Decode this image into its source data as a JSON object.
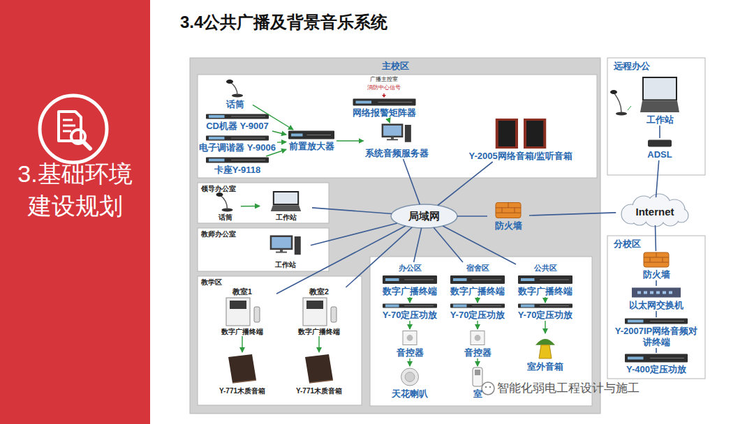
{
  "diagram": {
    "title": "3.4公共广播及背景音乐系统",
    "nodes": [
      {
        "text": [
          "3.基础环境 建设规划"
        ]
      },
      {
        "text": [
          "主校区"
        ]
      },
      {
        "text": [
          "话筒"
        ],
        "in": 1
      },
      {
        "text": [
          "CD机器 Y-9007"
        ],
        "in": 1
      },
      {
        "text": [
          "电子调谐器 Y-9006"
        ],
        "in": 1
      },
      {
        "text": [
          "卡座Y-9118"
        ],
        "in": 1
      },
      {
        "text": [
          "前置放大器"
        ],
        "in": 1
      },
      {
        "text": [
          "网络报警矩阵器"
        ],
        "in": 1
      },
      {
        "text": [
          "系统音频服务器"
        ],
        "in": 1
      },
      {
        "text": [
          "Y-2005网络音箱/监听音箱"
        ],
        "in": 1
      },
      {
        "text": [
          "局域网"
        ],
        "in": 1
      },
      {
        "text": [
          "领导办公室"
        ],
        "in": 1
      },
      {
        "text": [
          "话筒"
        ],
        "in": 11
      },
      {
        "text": [
          "工作站"
        ],
        "in": 11
      },
      {
        "text": [
          "教师办公室"
        ],
        "in": 1
      },
      {
        "text": [
          "工作站"
        ],
        "in": 14
      },
      {
        "text": [
          "教学区"
        ],
        "in": 1
      },
      {
        "text": [
          "教室1",
          "数字广播终端"
        ],
        "in": 16
      },
      {
        "text": [
          "Y-771木质音箱"
        ],
        "in": 16
      },
      {
        "text": [
          "教室2",
          "数字广播终端"
        ],
        "in": 16
      },
      {
        "text": [
          "Y-771木质音箱"
        ],
        "in": 16
      },
      {
        "text": [
          "办公区",
          "数字广播终端"
        ],
        "in": 1
      },
      {
        "text": [
          "宿舍区",
          "数字广播终端"
        ],
        "in": 1
      },
      {
        "text": [
          "公共区",
          "数字广播终端"
        ],
        "in": 1
      },
      {
        "text": [
          "Y-70定压功放"
        ],
        "in": 1
      },
      {
        "text": [
          "Y-70定压功放"
        ],
        "in": 1
      },
      {
        "text": [
          "Y-70定压功放"
        ],
        "in": 1
      },
      {
        "text": [
          "音控器"
        ],
        "in": 1
      },
      {
        "text": [
          "音控器"
        ],
        "in": 1
      },
      {
        "text": [
          "天花喇叭"
        ],
        "in": 1
      },
      {
        "text": [
          "室"
        ],
        "in": 1
      },
      {
        "text": [
          "室外音箱"
        ],
        "in": 1
      },
      {
        "text": [
          "防火墙"
        ],
        "in": 1
      },
      {
        "text": [
          "远程办公"
        ]
      },
      {
        "text": [
          "工作站"
        ],
        "in": 33
      },
      {
        "text": [
          "ADSL"
        ],
        "in": 33
      },
      {
        "text": [
          "Internet"
        ]
      },
      {
        "text": [
          "分校区"
        ]
      },
      {
        "text": [
          "防火墙"
        ],
        "in": 37
      },
      {
        "text": [
          "以太网交换机"
        ],
        "in": 37
      },
      {
        "text": [
          "Y-2007IP网络音频对讲终端"
        ],
        "in": 37
      },
      {
        "text": [
          "Y-400定压功放"
        ],
        "in": 37
      }
    ],
    "edges": [
      {
        "from": 2,
        "to": 6,
        "arrow": "to"
      },
      {
        "from": 3,
        "to": 6,
        "arrow": "to"
      },
      {
        "from": 4,
        "to": 6,
        "arrow": "to"
      },
      {
        "from": 5,
        "to": 6,
        "arrow": "to"
      },
      {
        "from": 6,
        "to": 8,
        "arrow": "to"
      },
      {
        "from": 7,
        "to": 8,
        "arrow": "to"
      },
      {
        "from": 8,
        "to": 10,
        "arrow": "none"
      },
      {
        "from": 9,
        "to": 10,
        "arrow": "none"
      },
      {
        "from": 12,
        "to": 13,
        "arrow": "to"
      },
      {
        "from": 13,
        "to": 10,
        "arrow": "none"
      },
      {
        "from": 15,
        "to": 10,
        "arrow": "none"
      },
      {
        "from": 17,
        "to": 10,
        "arrow": "none"
      },
      {
        "from": 19,
        "to": 10,
        "arrow": "none"
      },
      {
        "from": 17,
        "to": 18,
        "arrow": "to"
      },
      {
        "from": 19,
        "to": 20,
        "arrow": "to"
      },
      {
        "from": 10,
        "to": 21,
        "arrow": "none"
      },
      {
        "from": 10,
        "to": 22,
        "arrow": "none"
      },
      {
        "from": 10,
        "to": 23,
        "arrow": "none"
      },
      {
        "from": 21,
        "to": 24,
        "arrow": "to"
      },
      {
        "from": 22,
        "to": 25,
        "arrow": "to"
      },
      {
        "from": 23,
        "to": 26,
        "arrow": "to"
      },
      {
        "from": 24,
        "to": 27,
        "arrow": "to"
      },
      {
        "from": 25,
        "to": 28,
        "arrow": "to"
      },
      {
        "from": 26,
        "to": 31,
        "arrow": "to"
      },
      {
        "from": 27,
        "to": 29,
        "arrow": "to"
      },
      {
        "from": 28,
        "to": 30,
        "arrow": "to"
      },
      {
        "from": 10,
        "to": 32,
        "arrow": "none"
      },
      {
        "from": 32,
        "to": 36,
        "arrow": "none"
      },
      {
        "from": 36,
        "to": 35,
        "arrow": "none"
      },
      {
        "from": 35,
        "to": 34,
        "arrow": "none"
      },
      {
        "from": 36,
        "to": 38,
        "arrow": "none"
      },
      {
        "from": 38,
        "to": 39,
        "arrow": "none"
      },
      {
        "from": 39,
        "to": 40,
        "arrow": "none"
      },
      {
        "from": 40,
        "to": 41,
        "arrow": "none"
      }
    ],
    "labels": [
      "广播主控室",
      "消防中心信号",
      "智能化弱电工程设计与施工"
    ]
  }
}
